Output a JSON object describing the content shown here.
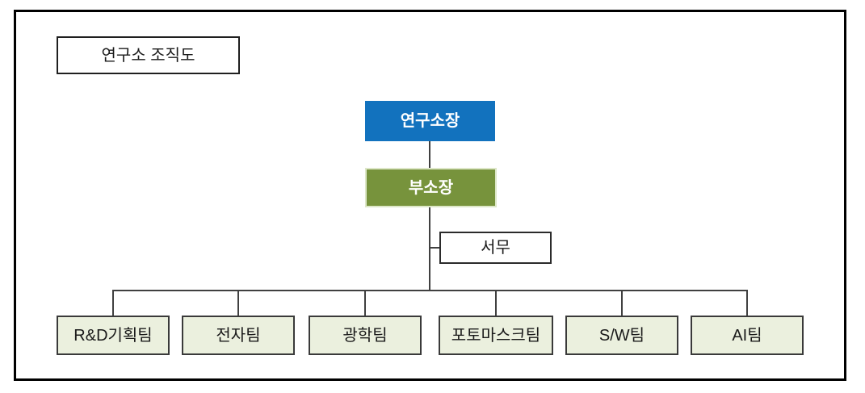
{
  "diagram": {
    "title": "연구소 조직도",
    "nodes": {
      "director": {
        "label": "연구소장"
      },
      "deputy": {
        "label": "부소장"
      },
      "admin": {
        "label": "서무"
      },
      "teams": [
        {
          "label": "R&D기획팀"
        },
        {
          "label": "전자팀"
        },
        {
          "label": "광학팀"
        },
        {
          "label": "포토마스크팀"
        },
        {
          "label": "S/W팀"
        },
        {
          "label": "AI팀"
        }
      ]
    },
    "colors": {
      "director_fill": "#1272BE",
      "deputy_fill": "#77933C",
      "deputy_border": "#DDE7C8",
      "team_fill": "#EBF0DE",
      "line": "#404040",
      "text_light": "#FFFFFF",
      "text_dark": "#1A1A1A"
    }
  }
}
